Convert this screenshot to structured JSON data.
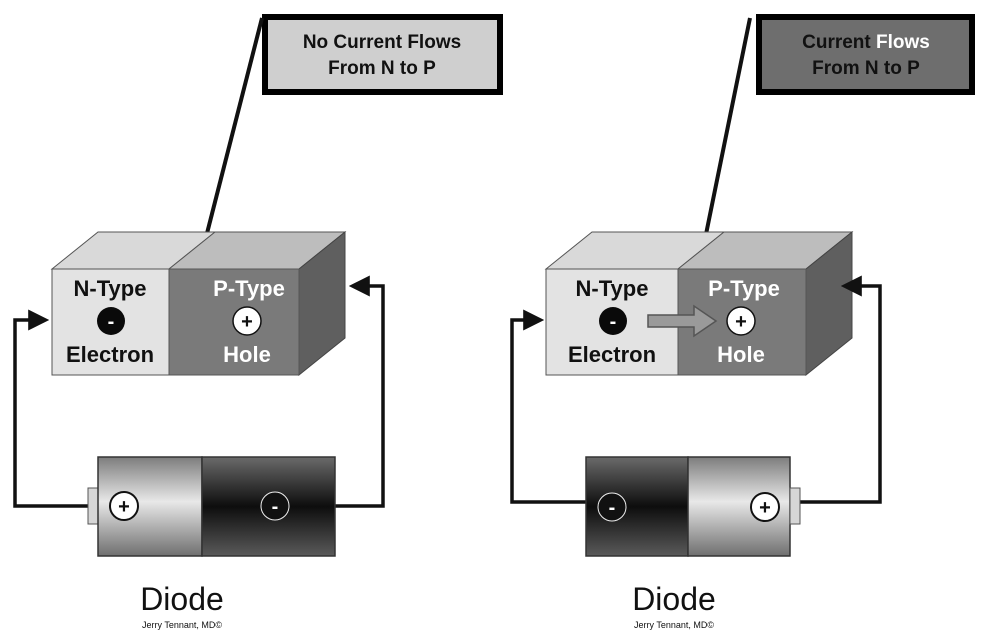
{
  "colors": {
    "n_block": "#dcdcdc",
    "p_block": "#7a7a7a",
    "p_top": "#bdbdbd",
    "p_side": "#5f5f5f",
    "left_callout_fill": "#cfcfcf",
    "right_callout_fill": "#6e6e6e",
    "line": "#111111",
    "white": "#ffffff"
  },
  "left_panel": {
    "callout_line1": "No Current Flows",
    "callout_line2": "From N to P",
    "n_label": "N-Type",
    "n_sign": "-",
    "n_sub": "Electron",
    "p_label": "P-Type",
    "p_sign": "+",
    "p_sub": "Hole",
    "battery_left_sign": "+",
    "battery_right_sign": "-",
    "caption": "Diode",
    "credit": "Jerry Tennant, MD©"
  },
  "right_panel": {
    "callout_word1": "Current",
    "callout_word2": "Flows",
    "callout_line2": "From N to P",
    "n_label": "N-Type",
    "n_sign": "-",
    "n_sub": "Electron",
    "p_label": "P-Type",
    "p_sign": "+",
    "p_sub": "Hole",
    "battery_left_sign": "-",
    "battery_right_sign": "+",
    "caption": "Diode",
    "credit": "Jerry Tennant, MD©"
  }
}
